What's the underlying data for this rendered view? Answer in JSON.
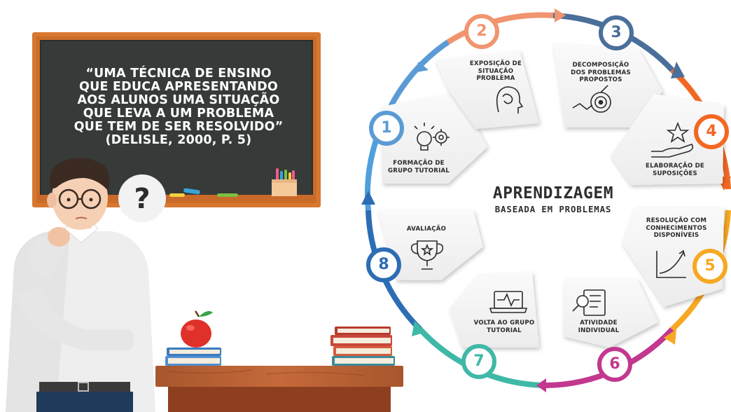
{
  "board": {
    "quote_lines": [
      "“UMA TÉCNICA DE ENSINO",
      "QUE EDUCA APRESENTANDO",
      "AOS ALUNOS UMA SITUAÇÃO",
      "QUE LEVA A UM PROBLEMA",
      "QUE TEM DE SER RESOLVIDO”"
    ],
    "citation": "(DELISLE, 2000, P. 5)"
  },
  "speech_bubble": {
    "symbol": "?"
  },
  "diagram": {
    "title": "APRENDIZAGEM",
    "subtitle": "BASEADA EM PROBLEMAS",
    "steps": [
      {
        "number": "1",
        "lines": [
          "FORMAÇÃO DE",
          "GRUPO TUTORIAL"
        ],
        "icon": "lightbulb-gears-icon",
        "color": "#5b9bd5"
      },
      {
        "number": "2",
        "lines": [
          "EXPOSIÇÃO DE",
          "SITUAÇÃO",
          "PROBLEMA"
        ],
        "icon": "head-brain-icon",
        "color": "#f0956f"
      },
      {
        "number": "3",
        "lines": [
          "DECOMPOSIÇÃO",
          "DOS PROBLEMAS",
          "PROPOSTOS"
        ],
        "icon": "target-path-icon",
        "color": "#4a6f9a"
      },
      {
        "number": "4",
        "lines": [
          "ELABORAÇÃO DE",
          "SUPOSIÇÕES"
        ],
        "icon": "hand-star-icon",
        "color": "#f26722"
      },
      {
        "number": "5",
        "lines": [
          "RESOLUÇÃO COM",
          "CONHECIMENTOS",
          "DISPONÍVEIS"
        ],
        "icon": "growth-chart-icon",
        "color": "#f7a823"
      },
      {
        "number": "6",
        "lines": [
          "ATIVIDADE",
          "INDIVIDUAL"
        ],
        "icon": "document-search-icon",
        "color": "#c2388f"
      },
      {
        "number": "7",
        "lines": [
          "VOLTA AO GRUPO",
          "TUTORIAL"
        ],
        "icon": "laptop-pulse-icon",
        "color": "#3fb8a7"
      },
      {
        "number": "8",
        "lines": [
          "AVALIAÇÃO"
        ],
        "icon": "trophy-star-icon",
        "color": "#2d6db4"
      }
    ]
  }
}
